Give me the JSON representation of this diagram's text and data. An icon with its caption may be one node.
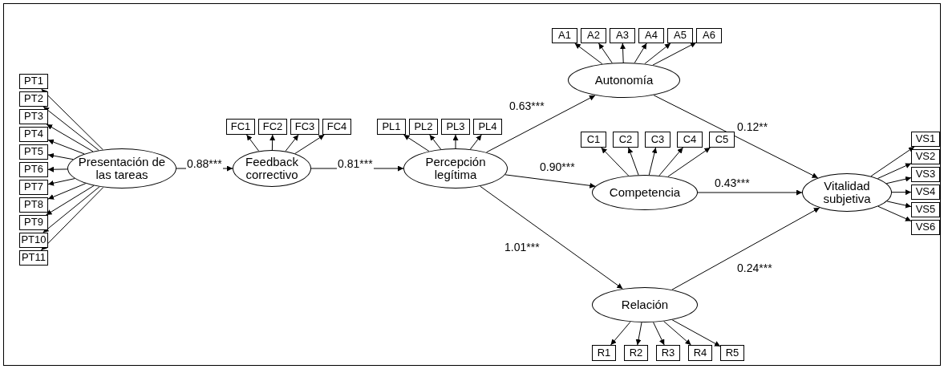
{
  "diagram": {
    "nodes": [
      {
        "text": [
          "PT1"
        ]
      },
      {
        "text": [
          "PT2"
        ]
      },
      {
        "text": [
          "PT3"
        ]
      },
      {
        "text": [
          "PT4"
        ]
      },
      {
        "text": [
          "PT5"
        ]
      },
      {
        "text": [
          "PT6"
        ]
      },
      {
        "text": [
          "PT7"
        ]
      },
      {
        "text": [
          "PT8"
        ]
      },
      {
        "text": [
          "PT9"
        ]
      },
      {
        "text": [
          "PT10"
        ]
      },
      {
        "text": [
          "PT11"
        ]
      },
      {
        "text": [
          "Presentación de las tareas"
        ]
      },
      {
        "text": [
          "FC1"
        ]
      },
      {
        "text": [
          "FC2"
        ]
      },
      {
        "text": [
          "FC3"
        ]
      },
      {
        "text": [
          "FC4"
        ]
      },
      {
        "text": [
          "Feedback correctivo"
        ]
      },
      {
        "text": [
          "PL1"
        ]
      },
      {
        "text": [
          "PL2"
        ]
      },
      {
        "text": [
          "PL3"
        ]
      },
      {
        "text": [
          "PL4"
        ]
      },
      {
        "text": [
          "Percepción legítima"
        ]
      },
      {
        "text": [
          "A1"
        ]
      },
      {
        "text": [
          "A2"
        ]
      },
      {
        "text": [
          "A3"
        ]
      },
      {
        "text": [
          "A4"
        ]
      },
      {
        "text": [
          "A5"
        ]
      },
      {
        "text": [
          "A6"
        ]
      },
      {
        "text": [
          "Autonomía"
        ]
      },
      {
        "text": [
          "C1"
        ]
      },
      {
        "text": [
          "C2"
        ]
      },
      {
        "text": [
          "C3"
        ]
      },
      {
        "text": [
          "C4"
        ]
      },
      {
        "text": [
          "C5"
        ]
      },
      {
        "text": [
          "Competencia"
        ]
      },
      {
        "text": [
          "Relación"
        ]
      },
      {
        "text": [
          "R1"
        ]
      },
      {
        "text": [
          "R2"
        ]
      },
      {
        "text": [
          "R3"
        ]
      },
      {
        "text": [
          "R4"
        ]
      },
      {
        "text": [
          "R5"
        ]
      },
      {
        "text": [
          "VS1"
        ]
      },
      {
        "text": [
          "VS2"
        ]
      },
      {
        "text": [
          "VS3"
        ]
      },
      {
        "text": [
          "VS4"
        ]
      },
      {
        "text": [
          "VS5"
        ]
      },
      {
        "text": [
          "VS6"
        ]
      },
      {
        "text": [
          "Vitalidad subjetiva"
        ]
      }
    ],
    "edges": [
      {
        "from": 11,
        "to": 0,
        "arrow": "to"
      },
      {
        "from": 11,
        "to": 1,
        "arrow": "to"
      },
      {
        "from": 11,
        "to": 2,
        "arrow": "to"
      },
      {
        "from": 11,
        "to": 3,
        "arrow": "to"
      },
      {
        "from": 11,
        "to": 4,
        "arrow": "to"
      },
      {
        "from": 11,
        "to": 5,
        "arrow": "to"
      },
      {
        "from": 11,
        "to": 6,
        "arrow": "to"
      },
      {
        "from": 11,
        "to": 7,
        "arrow": "to"
      },
      {
        "from": 11,
        "to": 8,
        "arrow": "to"
      },
      {
        "from": 11,
        "to": 9,
        "arrow": "to"
      },
      {
        "from": 11,
        "to": 10,
        "arrow": "to"
      },
      {
        "from": 11,
        "to": 16,
        "label": "0.88***",
        "arrow": "to"
      },
      {
        "from": 16,
        "to": 12,
        "arrow": "to"
      },
      {
        "from": 16,
        "to": 13,
        "arrow": "to"
      },
      {
        "from": 16,
        "to": 14,
        "arrow": "to"
      },
      {
        "from": 16,
        "to": 15,
        "arrow": "to"
      },
      {
        "from": 16,
        "to": 21,
        "label": "0.81***",
        "arrow": "to"
      },
      {
        "from": 21,
        "to": 17,
        "arrow": "to"
      },
      {
        "from": 21,
        "to": 18,
        "arrow": "to"
      },
      {
        "from": 21,
        "to": 19,
        "arrow": "to"
      },
      {
        "from": 21,
        "to": 20,
        "arrow": "to"
      },
      {
        "from": 21,
        "to": 28,
        "label": "0.63***",
        "arrow": "to"
      },
      {
        "from": 21,
        "to": 34,
        "label": "0.90***",
        "arrow": "to"
      },
      {
        "from": 21,
        "to": 35,
        "label": "1.01***",
        "arrow": "to"
      },
      {
        "from": 28,
        "to": 22,
        "arrow": "to"
      },
      {
        "from": 28,
        "to": 23,
        "arrow": "to"
      },
      {
        "from": 28,
        "to": 24,
        "arrow": "to"
      },
      {
        "from": 28,
        "to": 25,
        "arrow": "to"
      },
      {
        "from": 28,
        "to": 26,
        "arrow": "to"
      },
      {
        "from": 28,
        "to": 27,
        "arrow": "to"
      },
      {
        "from": 34,
        "to": 29,
        "arrow": "to"
      },
      {
        "from": 34,
        "to": 30,
        "arrow": "to"
      },
      {
        "from": 34,
        "to": 31,
        "arrow": "to"
      },
      {
        "from": 34,
        "to": 32,
        "arrow": "to"
      },
      {
        "from": 34,
        "to": 33,
        "arrow": "to"
      },
      {
        "from": 35,
        "to": 36,
        "arrow": "to"
      },
      {
        "from": 35,
        "to": 37,
        "arrow": "to"
      },
      {
        "from": 35,
        "to": 38,
        "arrow": "to"
      },
      {
        "from": 35,
        "to": 39,
        "arrow": "to"
      },
      {
        "from": 35,
        "to": 40,
        "arrow": "to"
      },
      {
        "from": 28,
        "to": 47,
        "label": "0.12**",
        "arrow": "to"
      },
      {
        "from": 34,
        "to": 47,
        "label": "0.43***",
        "arrow": "to"
      },
      {
        "from": 35,
        "to": 47,
        "label": "0.24***",
        "arrow": "to"
      },
      {
        "from": 47,
        "to": 41,
        "arrow": "to"
      },
      {
        "from": 47,
        "to": 42,
        "arrow": "to"
      },
      {
        "from": 47,
        "to": 43,
        "arrow": "to"
      },
      {
        "from": 47,
        "to": 44,
        "arrow": "to"
      },
      {
        "from": 47,
        "to": 45,
        "arrow": "to"
      },
      {
        "from": 47,
        "to": 46,
        "arrow": "to"
      }
    ]
  }
}
